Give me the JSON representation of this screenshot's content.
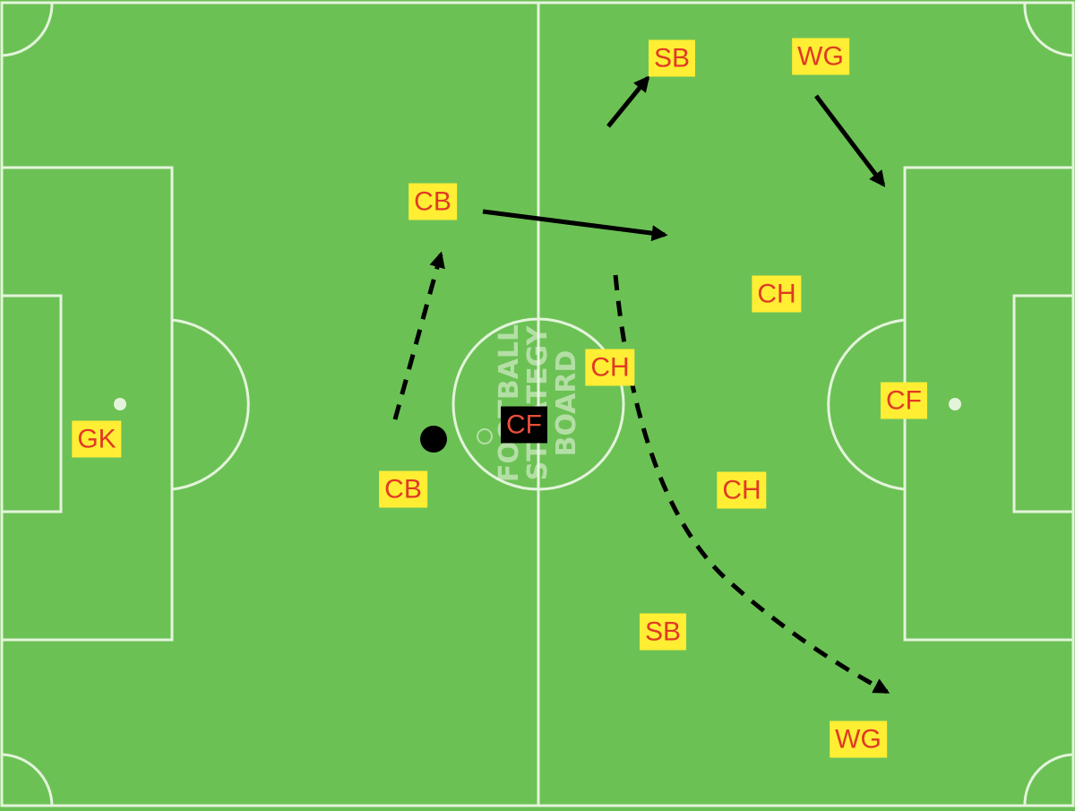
{
  "watermark": {
    "lines": [
      "FOOTBALL",
      "STRATEGY",
      "BOARD"
    ]
  },
  "colors": {
    "pitch": "#6cc155",
    "lines": "#e4f4dc",
    "label_bg": "#ffee33",
    "label_text": "#e03a24",
    "opponent_bg": "#000000",
    "arrow": "#000000"
  },
  "players": {
    "gk": "GK",
    "cb_top": "CB",
    "cb_bottom": "CB",
    "sb_top": "SB",
    "sb_bottom": "SB",
    "wg_top": "WG",
    "wg_bottom": "WG",
    "ch_mid": "CH",
    "ch_top": "CH",
    "ch_bottom": "CH",
    "cf": "CF",
    "opp_cf": "CF"
  },
  "arrows": {
    "cb_bottom_run": "dashed",
    "cb_top_pass": "solid",
    "sb_top_run": "solid",
    "wg_top_run": "solid",
    "ch_run_to_wing": "dashed"
  },
  "ball": "ball-icon"
}
